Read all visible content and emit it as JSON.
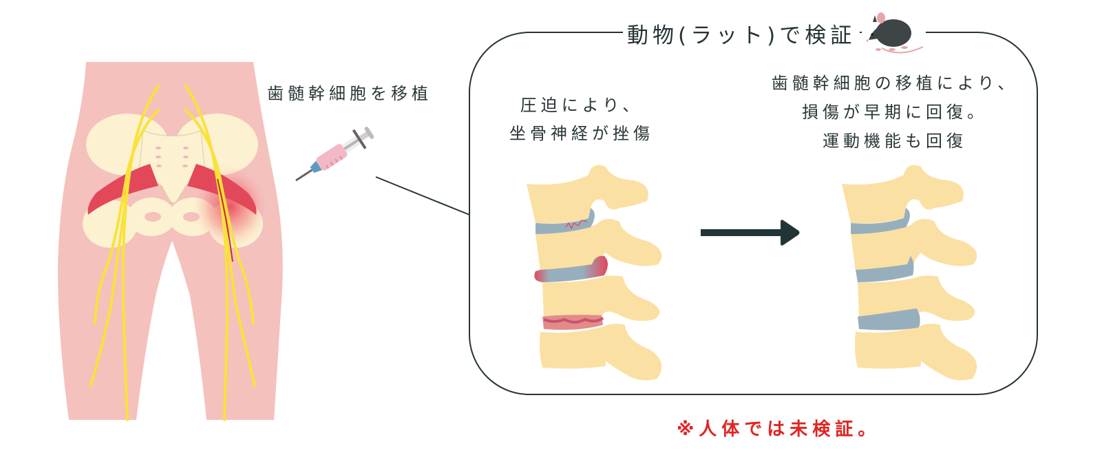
{
  "diagram": {
    "title": "動物(ラット)で検証",
    "title_icon": "rat-icon",
    "left_panel": {
      "label": "歯髄幹細胞を移植",
      "figure": "pelvis-sciatic-nerve-illustration",
      "tool_icon": "syringe-icon"
    },
    "before": {
      "lines": [
        "圧迫により、",
        "坐骨神経が挫傷"
      ],
      "figure": "damaged-spine-illustration"
    },
    "arrow": "right-arrow-icon",
    "after": {
      "lines": [
        "歯髄幹細胞の移植により、",
        "損傷が早期に回復。",
        "運動機能も回復"
      ],
      "figure": "recovered-spine-illustration"
    },
    "note": "※人体では未検証。",
    "colors": {
      "text": "#283537",
      "note_red": "#e02424",
      "skin": "#f4c1bd",
      "bone": "#fbe0a3",
      "pelvis": "#fcf1d0",
      "nerve": "#f9e23a",
      "muscle": "#e2475a",
      "disc": "#97afbd",
      "outline": "#263336"
    }
  }
}
